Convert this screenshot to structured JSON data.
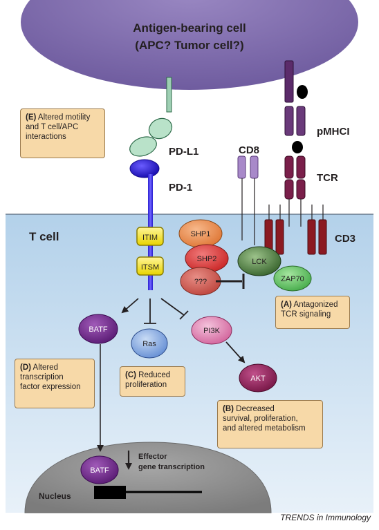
{
  "apc": {
    "line1": "Antigen-bearing cell",
    "line2": "(APC? Tumor cell?)"
  },
  "tcell_label": "T cell",
  "nucleus_label": "Nucleus",
  "labels": {
    "pdl1": "PD-L1",
    "pd1": "PD-1",
    "cd8": "CD8",
    "pmhci": "pMHCI",
    "tcr": "TCR",
    "cd3": "CD3",
    "itim": "ITIM",
    "itsm": "ITSM",
    "shp1": "SHP1",
    "shp2": "SHP2",
    "unknown": "???",
    "lck": "LCK",
    "zap70": "ZAP70",
    "batf": "BATF",
    "ras": "Ras",
    "pi3k": "PI3K",
    "akt": "AKT",
    "batf_nucleus": "BATF",
    "effector_line1": "Effector",
    "effector_line2": "gene transcription"
  },
  "boxes": {
    "e": {
      "key": "(E)",
      "text1": "Altered motility",
      "text2": "and T cell/APC",
      "text3": "interactions"
    },
    "a": {
      "key": "(A)",
      "text1": "Antagonized",
      "text2": "TCR signaling"
    },
    "d": {
      "key": "(D)",
      "text1": "Altered",
      "text2": "transcription",
      "text3": "factor expression"
    },
    "c": {
      "key": "(C)",
      "text1": "Reduced",
      "text2": "proliferation"
    },
    "b": {
      "key": "(B)",
      "text1": "Decreased",
      "text2": "survival, proliferation,",
      "text3": "and altered metabolism"
    }
  },
  "credit": "TRENDS in Immunology",
  "colors": {
    "apc": "#7e6aaa",
    "tcell": "#c3dbec",
    "nucleus": "#8f8f8f",
    "mhc": "#5b2b6a",
    "cd3": "#8b1a22"
  }
}
